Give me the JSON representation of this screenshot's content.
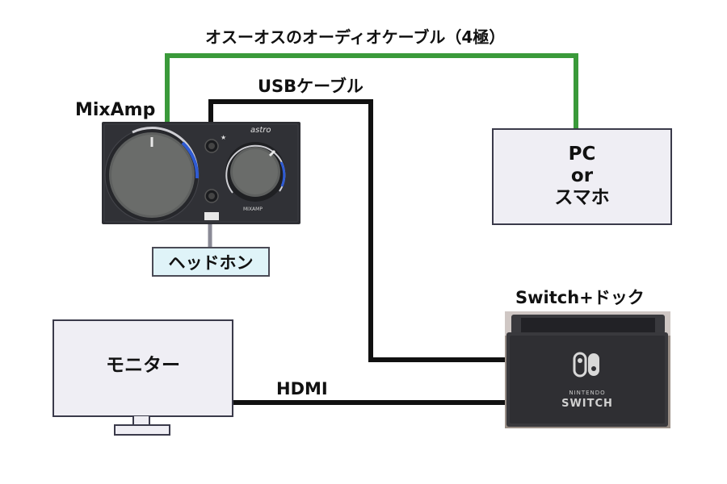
{
  "cables": {
    "audio_label": "オスーオスのオーディオケーブル（4極）",
    "usb_label": "USBケーブル",
    "hdmi_label": "HDMI"
  },
  "devices": {
    "mixamp_label": "MixAmp",
    "mixamp_brand": "astro",
    "mixamp_model": "MIXAMP",
    "pc": {
      "line1": "PC",
      "line2": "or",
      "line3": "スマホ"
    },
    "headphone_label": "ヘッドホン",
    "monitor_label": "モニター",
    "switch_label": "Switch+ドック",
    "switch_brand_line1": "NINTENDO",
    "switch_brand_line2": "SWITCH"
  },
  "colors": {
    "audio_cable": "#3a9a3a",
    "usb_cable": "#111111",
    "hdmi_cable": "#111111",
    "headphone_box": "#dff3f8",
    "device_box": "#efeef4"
  }
}
